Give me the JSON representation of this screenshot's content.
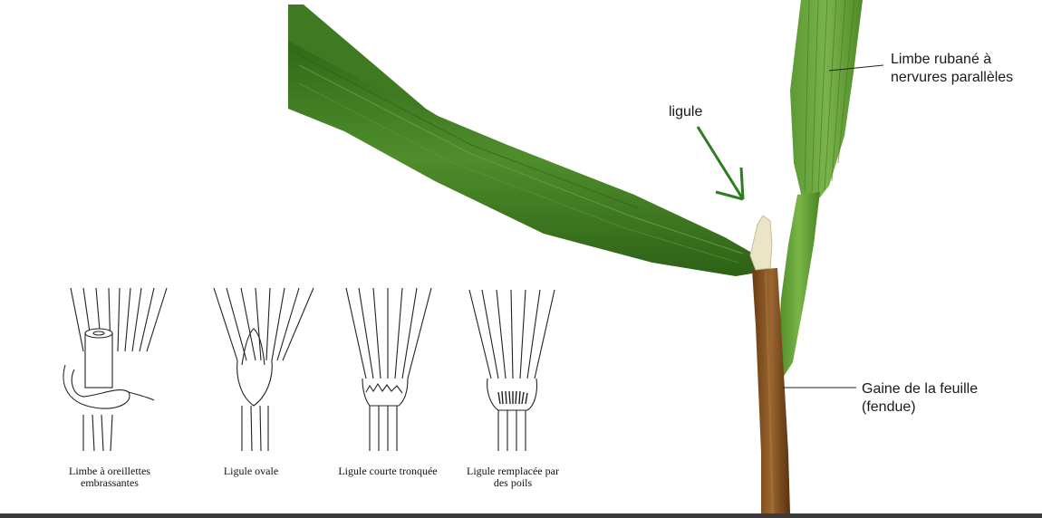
{
  "labels": {
    "ligule": "ligule",
    "limbe_line1": "Limbe rubané à",
    "limbe_line2": "nervures parallèles",
    "gaine_line1": "Gaine de la feuille",
    "gaine_line2": "(fendue)"
  },
  "inset": {
    "captions": [
      {
        "line1": "Limbe à oreillettes",
        "line2": "embrassantes"
      },
      {
        "line1": "Ligule ovale",
        "line2": ""
      },
      {
        "line1": "Ligule courte tronquée",
        "line2": ""
      },
      {
        "line1": "Ligule remplacée par",
        "line2": "des poils"
      }
    ]
  },
  "colors": {
    "leaf": "#4f8a2a",
    "leaf_dark": "#2f6216",
    "sheath": "#7a4a1c",
    "arrow": "#2e7d23"
  }
}
